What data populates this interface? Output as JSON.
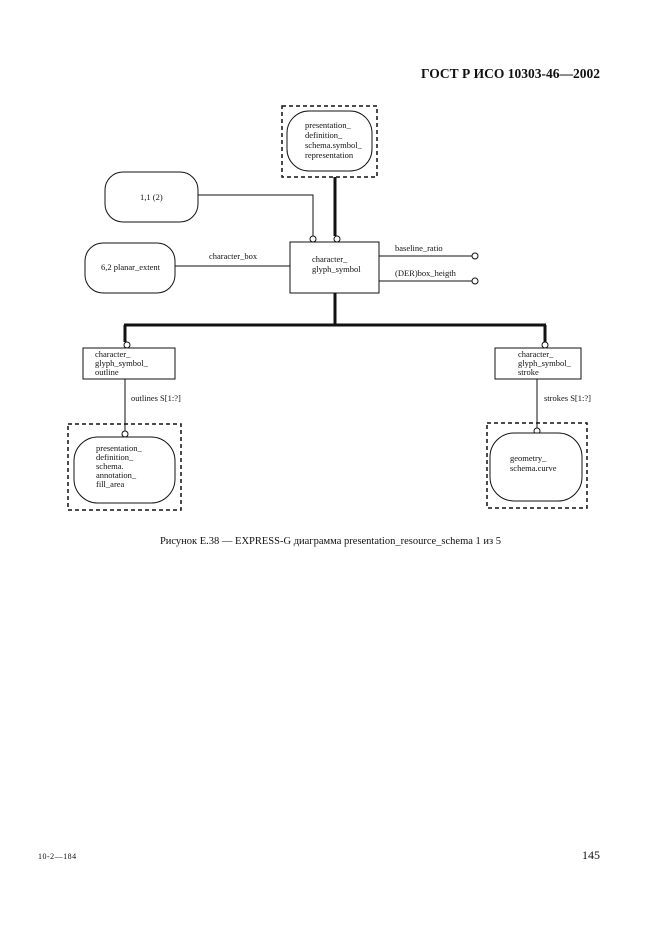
{
  "header": {
    "title": "ГОСТ Р ИСО 10303-46—2002"
  },
  "diagram": {
    "nodes": {
      "pres_symbol_rep": {
        "lines": [
          "presentation_",
          "definition_",
          "schema.symbol_",
          "representation"
        ]
      },
      "ref_1_1": {
        "lines": [
          "1,1 (2)"
        ]
      },
      "planar_extent": {
        "lines": [
          "6,2 planar_extent"
        ]
      },
      "cgs": {
        "lines": [
          "character_",
          "glyph_symbol"
        ]
      },
      "cgs_outline": {
        "lines": [
          "character_",
          "glyph_symbol_",
          "outline"
        ]
      },
      "cgs_stroke": {
        "lines": [
          "character_",
          "glyph_symbol_",
          "stroke"
        ]
      },
      "annotation_fill_area": {
        "lines": [
          "presentation_",
          "definition_",
          "schema.",
          "annotation_",
          "fill_area"
        ]
      },
      "geometry_curve": {
        "lines": [
          "geometry_",
          "schema.curve"
        ]
      }
    },
    "edge_labels": {
      "character_box": "character_box",
      "baseline_ratio": "baseline_ratio",
      "box_height": "(DER)box_heigth",
      "outlines": "outlines S[1:?]",
      "strokes": "strokes S[1:?]"
    }
  },
  "caption": "Рисунок E.38 — EXPRESS-G диаграмма presentation_resource_schema 1 из 5",
  "footer": {
    "code": "10-2—184",
    "page_number": "145"
  }
}
